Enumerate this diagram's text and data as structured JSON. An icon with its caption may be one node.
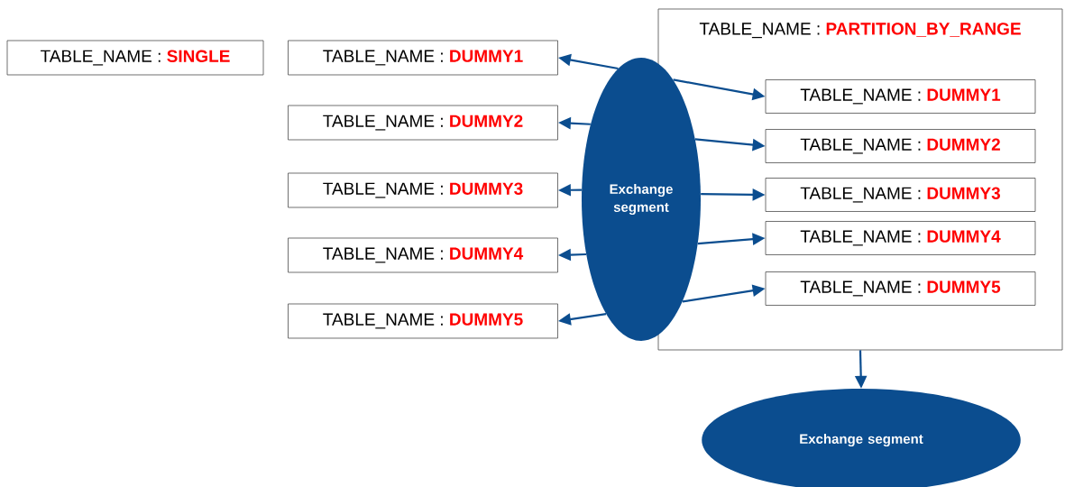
{
  "diagram": {
    "nodes": [
      {
        "text": [
          "TABLE_NAME :",
          "SINGLE"
        ]
      },
      {
        "text": [
          "TABLE_NAME :",
          "DUMMY1"
        ]
      },
      {
        "text": [
          "TABLE_NAME :",
          "DUMMY2"
        ]
      },
      {
        "text": [
          "TABLE_NAME :",
          "DUMMY3"
        ]
      },
      {
        "text": [
          "TABLE_NAME :",
          "DUMMY4"
        ]
      },
      {
        "text": [
          "TABLE_NAME :",
          "DUMMY5"
        ]
      },
      {
        "text": [
          "TABLE_NAME :",
          "PARTITION_BY_RANGE"
        ]
      },
      {
        "text": [
          "TABLE_NAME :",
          "DUMMY1"
        ],
        "in": 6
      },
      {
        "text": [
          "TABLE_NAME :",
          "DUMMY2"
        ],
        "in": 6
      },
      {
        "text": [
          "TABLE_NAME :",
          "DUMMY3"
        ],
        "in": 6
      },
      {
        "text": [
          "TABLE_NAME :",
          "DUMMY4"
        ],
        "in": 6
      },
      {
        "text": [
          "TABLE_NAME :",
          "DUMMY5"
        ],
        "in": 6
      },
      {
        "text": [
          "Exchange segment"
        ]
      },
      {
        "text": [
          "Exchange segment"
        ]
      }
    ],
    "edges": [
      {
        "from": 12,
        "to": 1,
        "arrow": "to"
      },
      {
        "from": 12,
        "to": 2,
        "arrow": "to"
      },
      {
        "from": 12,
        "to": 3,
        "arrow": "to"
      },
      {
        "from": 12,
        "to": 4,
        "arrow": "to"
      },
      {
        "from": 12,
        "to": 5,
        "arrow": "to"
      },
      {
        "from": 12,
        "to": 7,
        "arrow": "to"
      },
      {
        "from": 12,
        "to": 8,
        "arrow": "to"
      },
      {
        "from": 12,
        "to": 9,
        "arrow": "to"
      },
      {
        "from": 12,
        "to": 10,
        "arrow": "to"
      },
      {
        "from": 12,
        "to": 11,
        "arrow": "to"
      },
      {
        "from": 6,
        "to": 13,
        "arrow": "to"
      }
    ]
  }
}
